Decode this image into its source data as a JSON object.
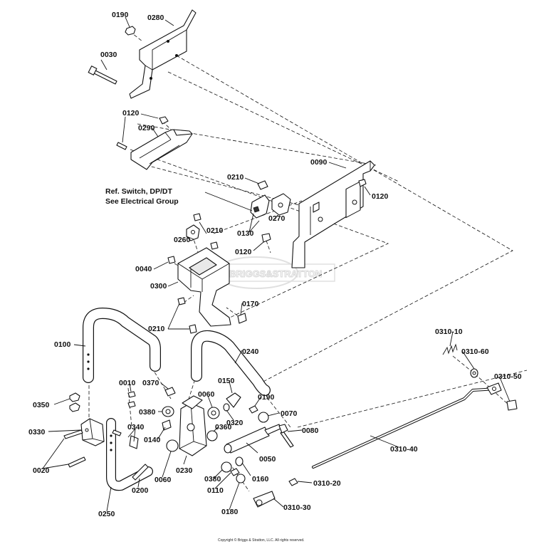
{
  "callouts": [
    {
      "id": "c-0190a",
      "text": "0190"
    },
    {
      "id": "c-0280",
      "text": "0280"
    },
    {
      "id": "c-0030",
      "text": "0030"
    },
    {
      "id": "c-0120a",
      "text": "0120"
    },
    {
      "id": "c-0290",
      "text": "0290"
    },
    {
      "id": "c-0090",
      "text": "0090"
    },
    {
      "id": "c-0210a",
      "text": "0210"
    },
    {
      "id": "c-0120b",
      "text": "0120"
    },
    {
      "id": "c-0270",
      "text": "0270"
    },
    {
      "id": "c-0130",
      "text": "0130"
    },
    {
      "id": "c-0120c",
      "text": "0120"
    },
    {
      "id": "c-0260",
      "text": "0260"
    },
    {
      "id": "c-0210b",
      "text": "0210"
    },
    {
      "id": "c-0040",
      "text": "0040"
    },
    {
      "id": "c-0300",
      "text": "0300"
    },
    {
      "id": "c-0170",
      "text": "0170"
    },
    {
      "id": "c-0210c",
      "text": "0210"
    },
    {
      "id": "c-0100",
      "text": "0100"
    },
    {
      "id": "c-0240",
      "text": "0240"
    },
    {
      "id": "c-0310-10",
      "text": "0310-10"
    },
    {
      "id": "c-0310-60",
      "text": "0310-60"
    },
    {
      "id": "c-0310-50",
      "text": "0310-50"
    },
    {
      "id": "c-0010",
      "text": "0010"
    },
    {
      "id": "c-0370",
      "text": "0370"
    },
    {
      "id": "c-0150",
      "text": "0150"
    },
    {
      "id": "c-0350",
      "text": "0350"
    },
    {
      "id": "c-0060a",
      "text": "0060"
    },
    {
      "id": "c-0190b",
      "text": "0190"
    },
    {
      "id": "c-0380a",
      "text": "0380"
    },
    {
      "id": "c-0320",
      "text": "0320"
    },
    {
      "id": "c-0070",
      "text": "0070"
    },
    {
      "id": "c-0330",
      "text": "0330"
    },
    {
      "id": "c-0340",
      "text": "0340"
    },
    {
      "id": "c-0140",
      "text": "0140"
    },
    {
      "id": "c-0360",
      "text": "0360"
    },
    {
      "id": "c-0080",
      "text": "0080"
    },
    {
      "id": "c-0050",
      "text": "0050"
    },
    {
      "id": "c-0310-40",
      "text": "0310-40"
    },
    {
      "id": "c-0020",
      "text": "0020"
    },
    {
      "id": "c-0230",
      "text": "0230"
    },
    {
      "id": "c-0060b",
      "text": "0060"
    },
    {
      "id": "c-0200",
      "text": "0200"
    },
    {
      "id": "c-0160",
      "text": "0160"
    },
    {
      "id": "c-0380b",
      "text": "0380"
    },
    {
      "id": "c-0110",
      "text": "0110"
    },
    {
      "id": "c-0310-20",
      "text": "0310-20"
    },
    {
      "id": "c-0250",
      "text": "0250"
    },
    {
      "id": "c-0180",
      "text": "0180"
    },
    {
      "id": "c-0310-30",
      "text": "0310-30"
    }
  ],
  "note": {
    "line1": "Ref. Switch, DP/DT",
    "line2": "See Electrical Group"
  },
  "watermark": "BRIGGS&STRATTON",
  "copyright": "Copyright © Briggs & Stratton, LLC. All rights reserved."
}
